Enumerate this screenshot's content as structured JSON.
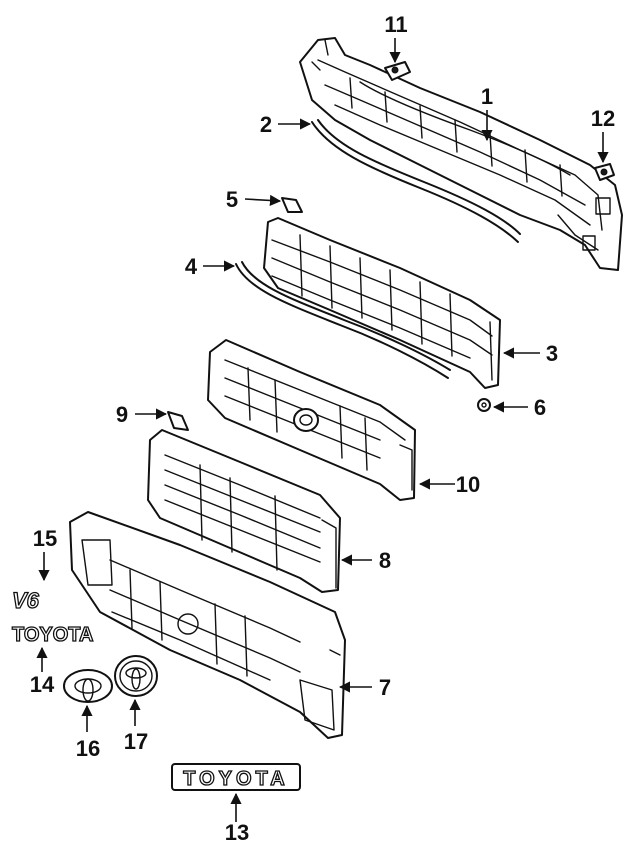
{
  "diagram": {
    "callouts": [
      {
        "id": "c1",
        "label": "1"
      },
      {
        "id": "c2",
        "label": "2"
      },
      {
        "id": "c3",
        "label": "3"
      },
      {
        "id": "c4",
        "label": "4"
      },
      {
        "id": "c5",
        "label": "5"
      },
      {
        "id": "c6",
        "label": "6"
      },
      {
        "id": "c7",
        "label": "7"
      },
      {
        "id": "c8",
        "label": "8"
      },
      {
        "id": "c9",
        "label": "9"
      },
      {
        "id": "c10",
        "label": "10"
      },
      {
        "id": "c11",
        "label": "11"
      },
      {
        "id": "c12",
        "label": "12"
      },
      {
        "id": "c13",
        "label": "13"
      },
      {
        "id": "c14",
        "label": "14"
      },
      {
        "id": "c15",
        "label": "15"
      },
      {
        "id": "c16",
        "label": "16"
      },
      {
        "id": "c17",
        "label": "17"
      }
    ],
    "emblems": {
      "v6": "V6",
      "toyota_small": "TOYOTA",
      "toyota_large": "TOYOTA"
    }
  }
}
